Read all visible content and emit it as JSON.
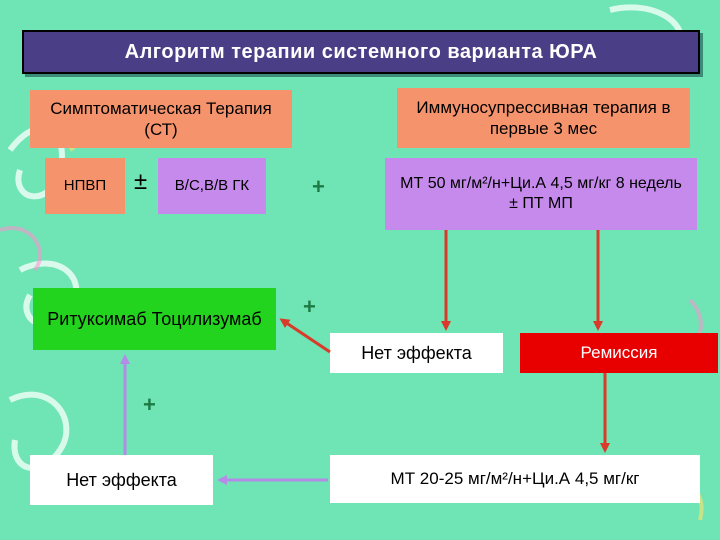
{
  "title": "Алгоритм терапии системного  варианта ЮРА",
  "boxes": {
    "symptomatic": "Симптоматическая Терапия (СТ)",
    "immuno": "Иммуносупрессивная терапия в первые 3 мес",
    "nsaid": "НПВП",
    "pm": "±",
    "gk": "В/С,В/В ГК",
    "mt_initial": "МТ 50 мг/м²/н+Ци.А 4,5 мг/кг 8 недель ± ПТ МП",
    "biologics": "Ритуксимаб Тоцилизумаб",
    "no_effect_1": "Нет эффекта",
    "remission": "Ремиссия",
    "no_effect_2": "Нет эффекта",
    "mt_maintenance": "МТ 20-25 мг/м²/н+Ци.А 4,5 мг/кг"
  },
  "plus_signs": [
    "+",
    "+",
    "+"
  ],
  "colors": {
    "background": "#6fe4b4",
    "title_bar": "#4a3f86",
    "orange": "#f5936d",
    "violet": "#c58aeb",
    "green": "#22d41e",
    "red": "#e80000",
    "white": "#ffffff",
    "arrow_red": "#d93a2a",
    "arrow_violet": "#b58be8"
  }
}
